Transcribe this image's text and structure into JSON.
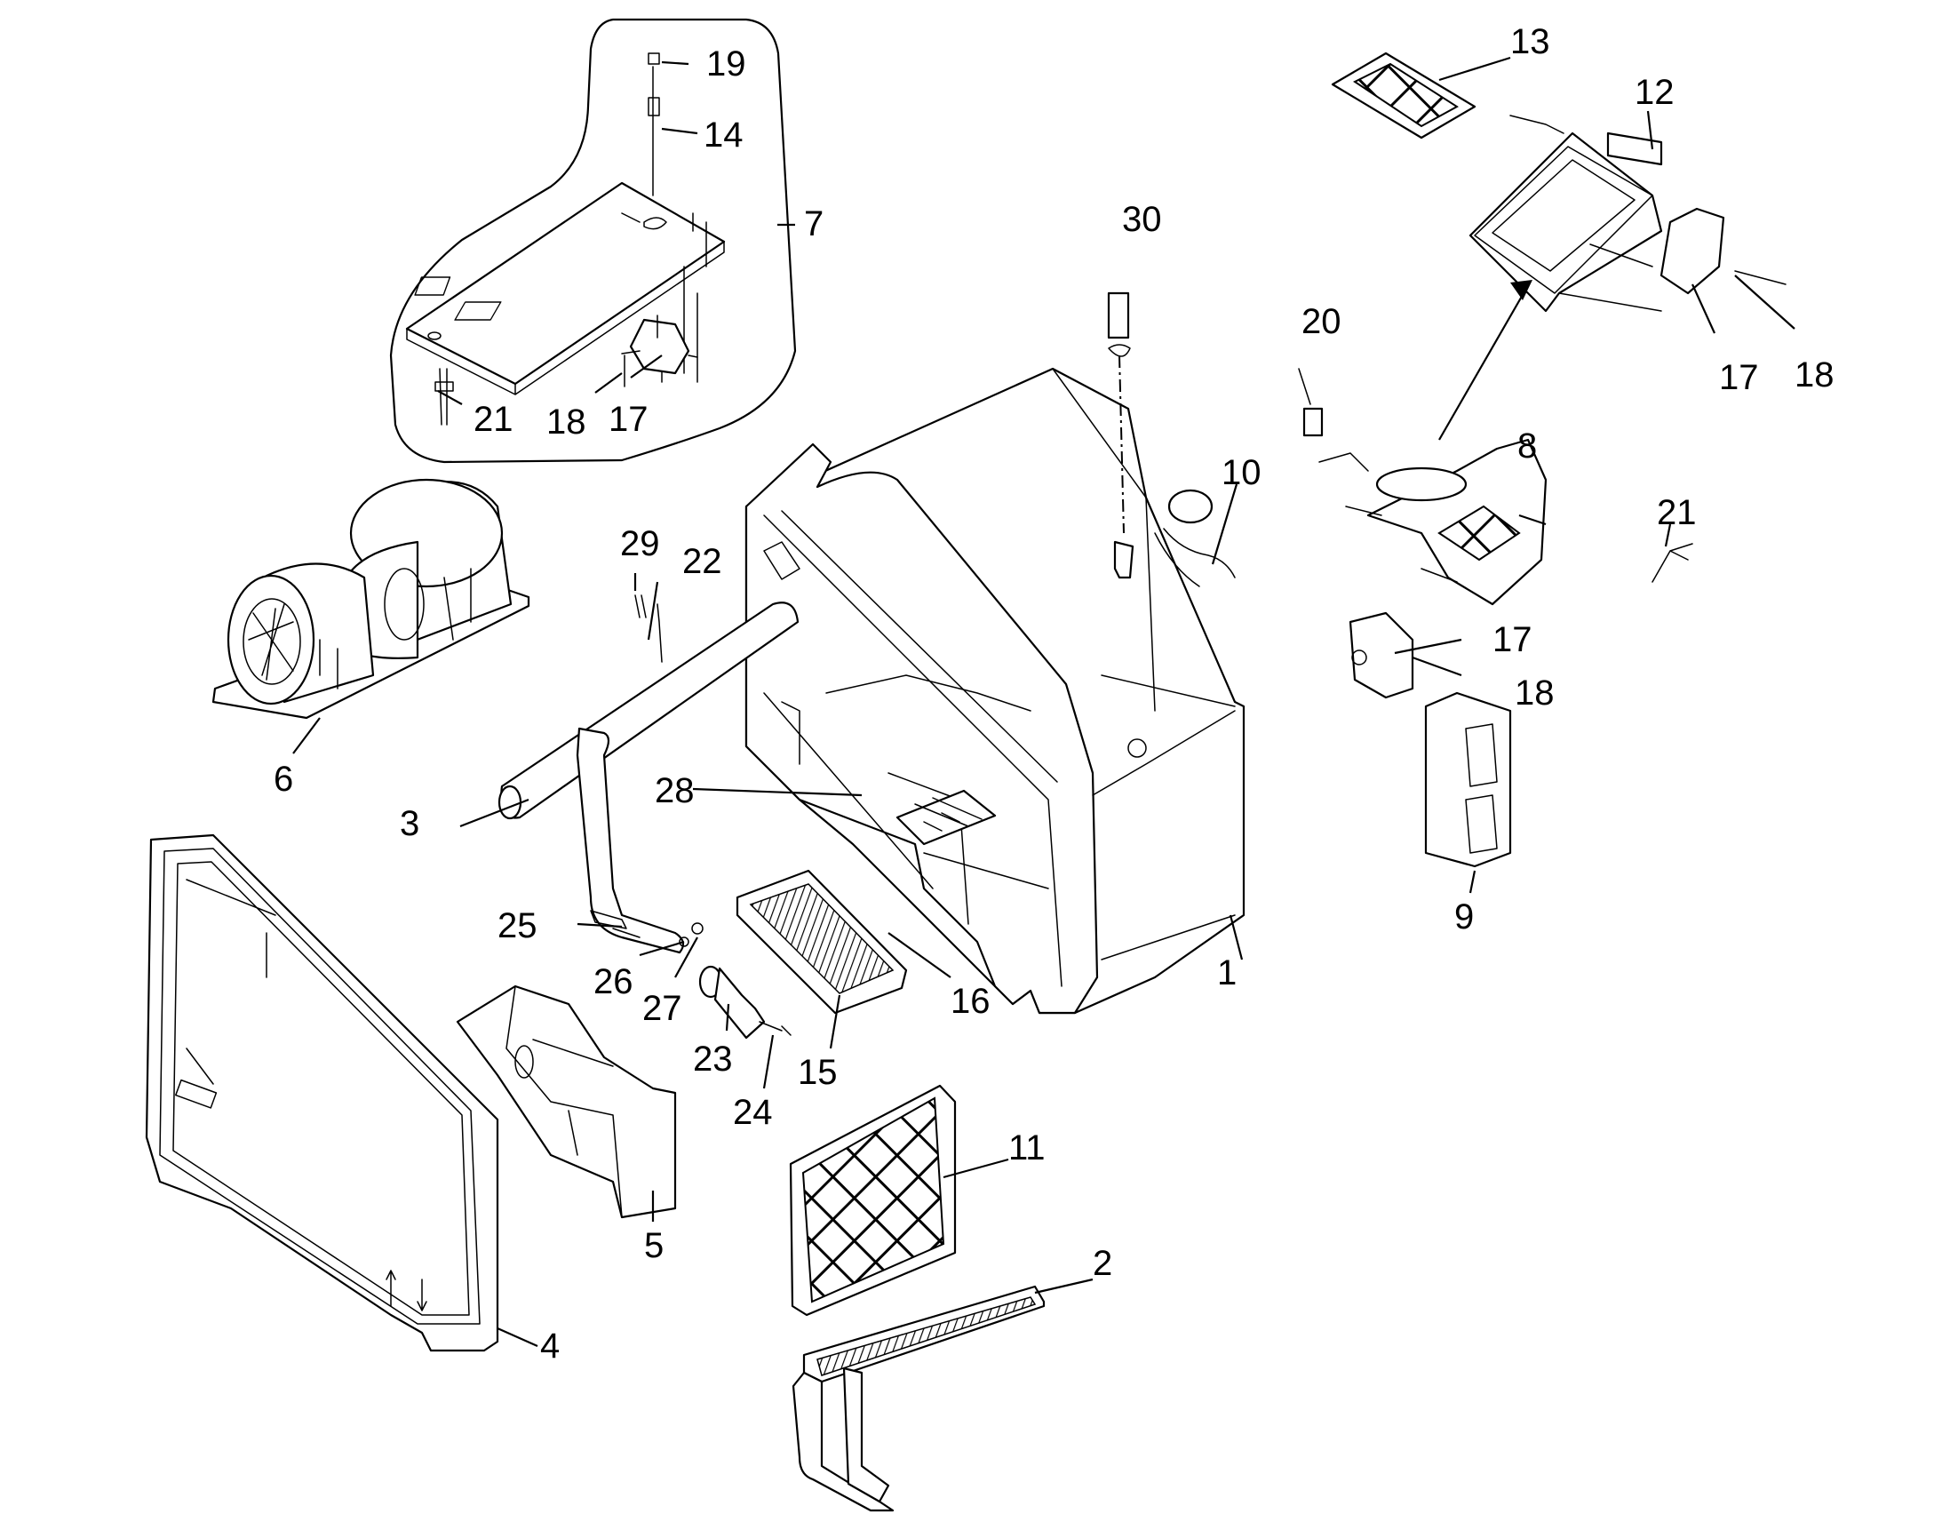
{
  "callouts": {
    "c1": "1",
    "c2": "2",
    "c3": "3",
    "c4": "4",
    "c5": "5",
    "c6": "6",
    "c7": "7",
    "c8": "8",
    "c9": "9",
    "c10": "10",
    "c11": "11",
    "c12": "12",
    "c13": "13",
    "c14": "14",
    "c15": "15",
    "c16": "16",
    "c17a": "17",
    "c17b": "17",
    "c17c": "17",
    "c18a": "18",
    "c18b": "18",
    "c18c": "18",
    "c19": "19",
    "c20": "20",
    "c21a": "21",
    "c21b": "21",
    "c22": "22",
    "c23": "23",
    "c24": "24",
    "c25": "25",
    "c26": "26",
    "c27": "27",
    "c28": "28",
    "c29": "29",
    "c30": "30"
  }
}
